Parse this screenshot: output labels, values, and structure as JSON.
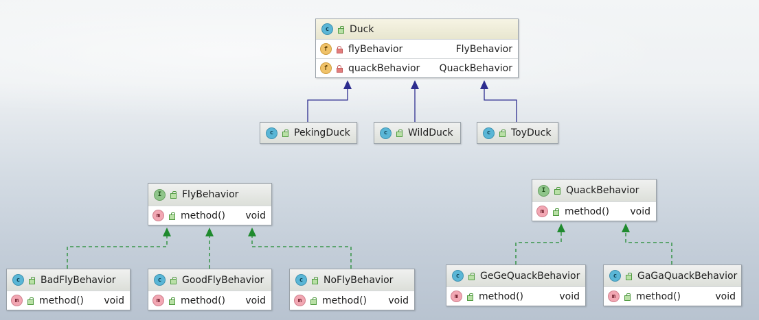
{
  "colors": {
    "inheritance": "#2d2d8f",
    "implementation": "#1f8a2e"
  },
  "duck": {
    "name": "Duck",
    "icon": "class-icon",
    "fields": [
      {
        "name": "flyBehavior",
        "type": "FlyBehavior",
        "icon": "field-icon",
        "visibility": "private"
      },
      {
        "name": "quackBehavior",
        "type": "QuackBehavior",
        "icon": "field-icon",
        "visibility": "private"
      }
    ]
  },
  "subclasses": [
    {
      "name": "PekingDuck"
    },
    {
      "name": "WildDuck"
    },
    {
      "name": "ToyDuck"
    }
  ],
  "fly_interface": {
    "name": "FlyBehavior",
    "method": "method()",
    "return_type": "void"
  },
  "quack_interface": {
    "name": "QuackBehavior",
    "method": "method()",
    "return_type": "void"
  },
  "fly_impls": [
    {
      "name": "BadFlyBehavior",
      "method": "method()",
      "return_type": "void"
    },
    {
      "name": "GoodFlyBehavior",
      "method": "method()",
      "return_type": "void"
    },
    {
      "name": "NoFlyBehavior",
      "method": "method()",
      "return_type": "void"
    }
  ],
  "quack_impls": [
    {
      "name": "GeGeQuackBehavior",
      "method": "method()",
      "return_type": "void"
    },
    {
      "name": "GaGaQuackBehavior",
      "method": "method()",
      "return_type": "void"
    }
  ],
  "badges": {
    "class": "c",
    "interface": "I",
    "field": "f",
    "method": "m"
  }
}
